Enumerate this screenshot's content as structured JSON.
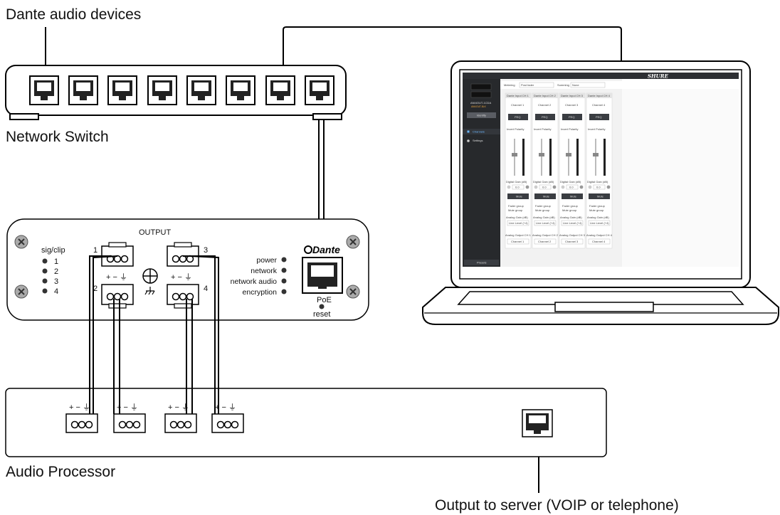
{
  "captions": {
    "dante_devices": "Dante audio devices",
    "network_switch": "Network Switch",
    "audio_processor": "Audio Processor",
    "output_server": "Output to server (VOIP or telephone)"
  },
  "device": {
    "output_title": "OUTPUT",
    "sig_clip": "sig/clip",
    "leds": [
      "1",
      "2",
      "3",
      "4"
    ],
    "port_numbers": [
      "1",
      "2",
      "3",
      "4"
    ],
    "polarity": "+ − ⏚",
    "status_leds": [
      "power",
      "network",
      "network audio",
      "encryption"
    ],
    "brand": "Dante",
    "poe": "PoE",
    "reset": "reset"
  },
  "processor": {
    "polarity": "+ − ⏚"
  },
  "laptop_app": {
    "brand": "SHURE",
    "device_name": "ANI4OUT-1CDA",
    "device_sub": "ANI4OUT-BLK",
    "identify": "Identify",
    "nav": [
      "Channels",
      "Settings"
    ],
    "presets": "Presets",
    "metering_label": "Metering",
    "metering_value": "Post fader",
    "scenes_label": "Summing",
    "scenes_value": "None",
    "channel_headers": [
      "Dante Input CH 1",
      "Dante Input CH 2",
      "Dante Input CH 3",
      "Dante Input CH 4"
    ],
    "channel_names": [
      "Channel 1",
      "Channel 2",
      "Channel 3",
      "Channel 4"
    ],
    "peq": "PEQ",
    "invert_polarity": "Invert Polarity",
    "digital_gain": "Digital Gain (dB)",
    "gain_value": "0.0",
    "mute": "Mute",
    "fader_group": "Fader group",
    "mute_group": "Mute group",
    "analog_gain": "Analog Gain (dB)",
    "line_level": "Line Level (+4)",
    "analog_outputs": [
      "Analog Output CH 1",
      "Analog Output CH 2",
      "Analog Output CH 3",
      "Analog Output CH 4"
    ]
  }
}
